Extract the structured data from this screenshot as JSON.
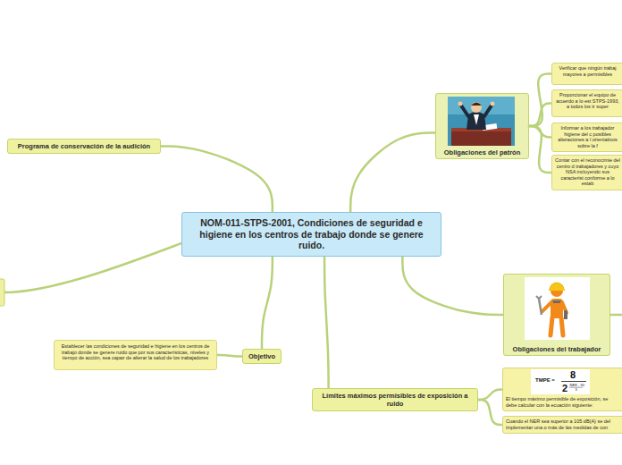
{
  "diagram": {
    "nodes": [
      {
        "text": [
          "NOM-011-STPS-2001, Condiciones de seguridad e higiene en los centros de trabajo donde se genere ruido."
        ]
      },
      {
        "text": [
          "Programa de conservación de la audición"
        ]
      },
      {
        "text": [
          "Obligaciones del patrón"
        ]
      },
      {
        "text": [
          "Verificar que ningún trabaj mayores a permisibles"
        ]
      },
      {
        "text": [
          "Proporcionar el equipo de acuerdo a lo est STPS-1993, a todos los tr super"
        ]
      },
      {
        "text": [
          "Informar a los trabajador higiene del c posibles alteraciones a l orientativos sobre la f"
        ]
      },
      {
        "text": [
          "Contar con el reconocimie del centro d trabajadores y cuyo NSA incluyendo sus caracterist conforme a lo estab"
        ]
      },
      {
        "text": [
          "Obligaciones del trabajador"
        ]
      },
      {
        "text": [
          "Límites máximos permisibles de exposición a ruido"
        ]
      },
      {
        "text": [
          "El tiempo máximo permisible de exposición, se debe calcular con la ecuación siguiente:"
        ]
      },
      {
        "text": [
          "Cuando el NER sea superior a 105 dB(A) se del implementar una o más de las medidas de con"
        ]
      },
      {
        "text": [
          "Objetivo"
        ]
      },
      {
        "text": [
          "Establecer las condiciones de seguridad e higiene en los centros de trabajo donde se genere ruido que por sus características, niveles y tiempo de acción, sea capaz de alterar la salud de los trabajadores"
        ]
      }
    ],
    "edges": [
      {
        "from": 0,
        "to": 1,
        "arrow": "none"
      },
      {
        "from": 0,
        "to": 2,
        "arrow": "none"
      },
      {
        "from": 2,
        "to": 3,
        "arrow": "none"
      },
      {
        "from": 2,
        "to": 4,
        "arrow": "none"
      },
      {
        "from": 2,
        "to": 5,
        "arrow": "none"
      },
      {
        "from": 2,
        "to": 6,
        "arrow": "none"
      },
      {
        "from": 0,
        "to": 7,
        "arrow": "none"
      },
      {
        "from": 0,
        "to": 8,
        "arrow": "none"
      },
      {
        "from": 8,
        "to": 9,
        "arrow": "none"
      },
      {
        "from": 8,
        "to": 10,
        "arrow": "none"
      },
      {
        "from": 0,
        "to": 11,
        "arrow": "none"
      },
      {
        "from": 11,
        "to": 12,
        "arrow": "none"
      }
    ],
    "labels": [
      "TMPE =",
      "8",
      "2",
      "NER - 90",
      "3"
    ]
  }
}
